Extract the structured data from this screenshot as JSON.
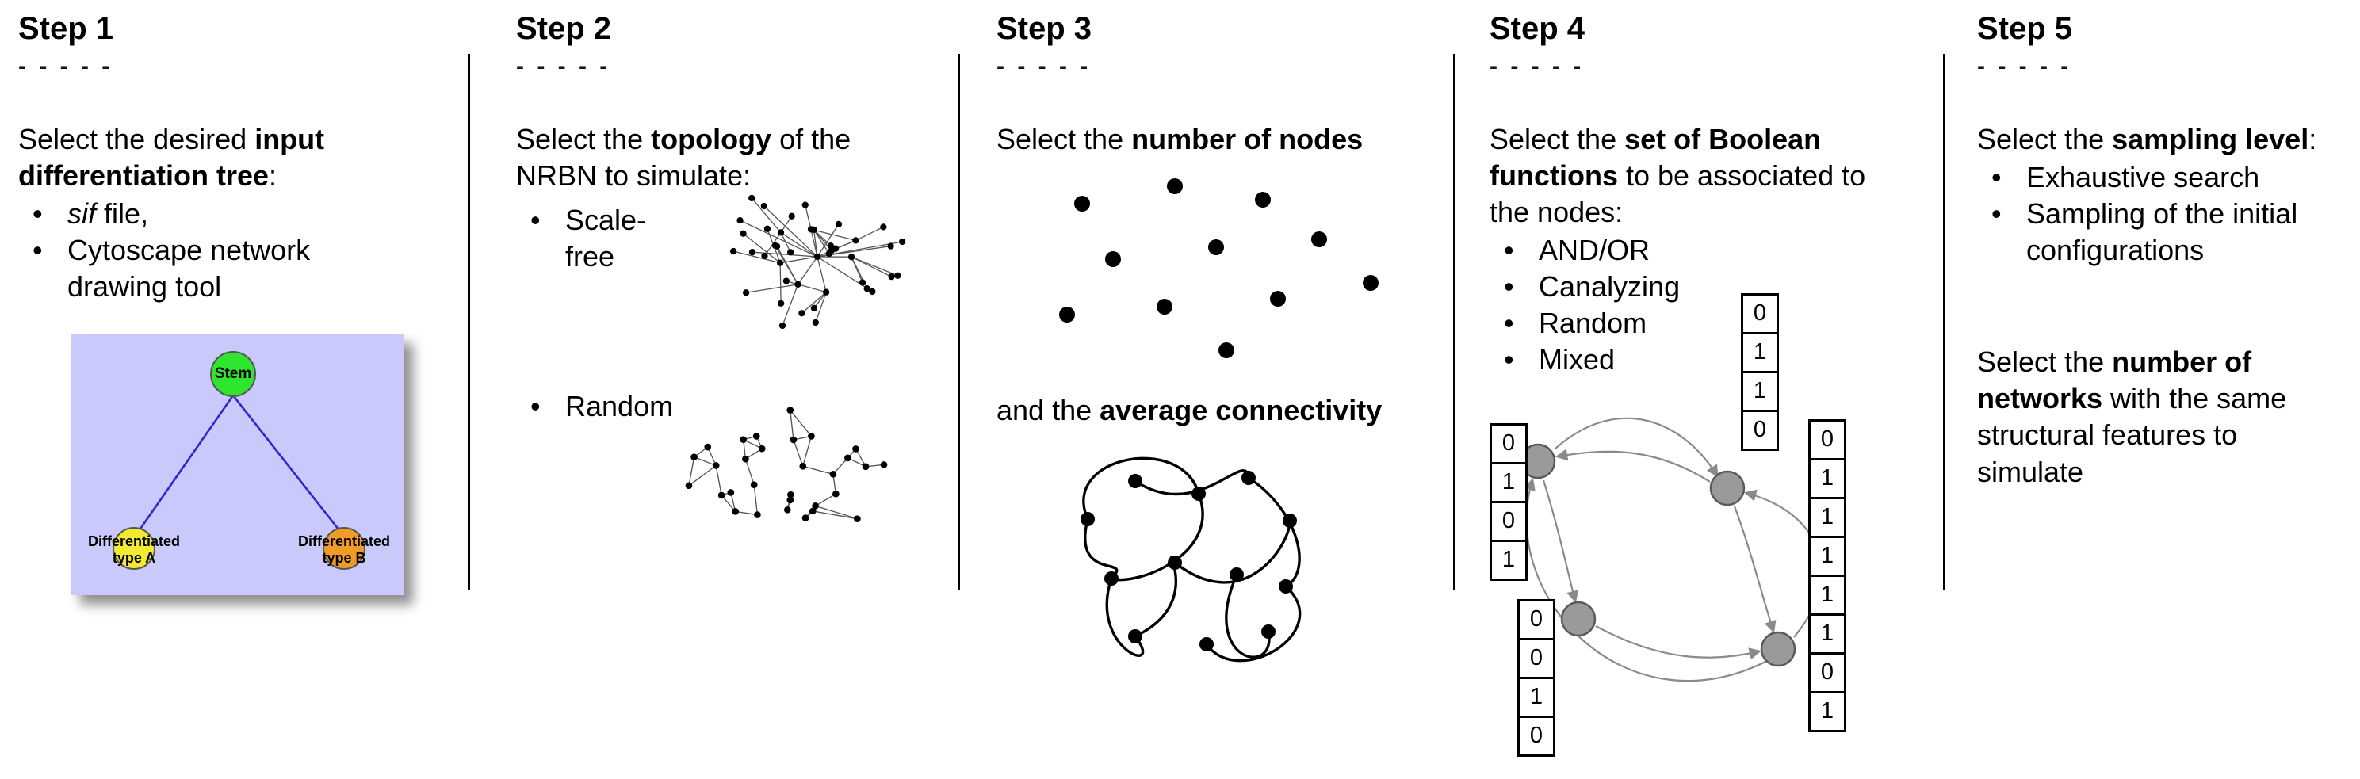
{
  "steps": [
    {
      "title": "Step 1",
      "dashes": "- - - - -",
      "intro": {
        "pre": "Select the desired ",
        "bold": "input differentiation tree",
        "post": ":"
      },
      "bullets": [
        {
          "italic": "sif",
          "text": " file,"
        },
        {
          "text": "Cytoscape network drawing tool"
        }
      ],
      "tree": {
        "background": "#c9c9fb",
        "edge_color": "#2a2ace",
        "nodes": [
          {
            "label": "Stem",
            "color": "#2ee62e"
          },
          {
            "label": "Differentiated type A",
            "color": "#f2ea30"
          },
          {
            "label": "Differentiated type B",
            "color": "#f09a28"
          }
        ]
      }
    },
    {
      "title": "Step 2",
      "dashes": "- - - - -",
      "intro": {
        "pre": "Select the ",
        "bold": "topology",
        "post": " of the NRBN to simulate:"
      },
      "bullets": [
        {
          "text": "Scale-free"
        },
        {
          "text": "Random"
        }
      ]
    },
    {
      "title": "Step 3",
      "dashes": "- - - - -",
      "intro": {
        "pre": "Select the ",
        "bold": "number of nodes",
        "post": ""
      },
      "second": {
        "pre": "and the ",
        "bold": "average connectivity",
        "post": ""
      }
    },
    {
      "title": "Step 4",
      "dashes": "- - - - -",
      "intro": {
        "pre": "Select the ",
        "bold": "set of Boolean functions",
        "post": " to be associated to the nodes:"
      },
      "bullets": [
        {
          "text": "AND/OR"
        },
        {
          "text": "Canalyzing"
        },
        {
          "text": "Random"
        },
        {
          "text": "Mixed"
        }
      ],
      "truth_tables": {
        "left": [
          "0",
          "1",
          "0",
          "1"
        ],
        "top": [
          "0",
          "1",
          "1",
          "0"
        ],
        "bottom": [
          "0",
          "0",
          "1",
          "0"
        ],
        "right": [
          "0",
          "1",
          "1",
          "1",
          "1",
          "1",
          "0",
          "1"
        ]
      }
    },
    {
      "title": "Step 5",
      "dashes": "- - - - -",
      "intro": {
        "pre": "Select the ",
        "bold": "sampling level",
        "post": ":"
      },
      "bullets": [
        {
          "text": "Exhaustive search"
        },
        {
          "text": "Sampling of the initial configurations"
        }
      ],
      "second": {
        "pre": "Select the ",
        "bold": "number of networks",
        "post": " with the same structural features to simulate"
      }
    }
  ]
}
